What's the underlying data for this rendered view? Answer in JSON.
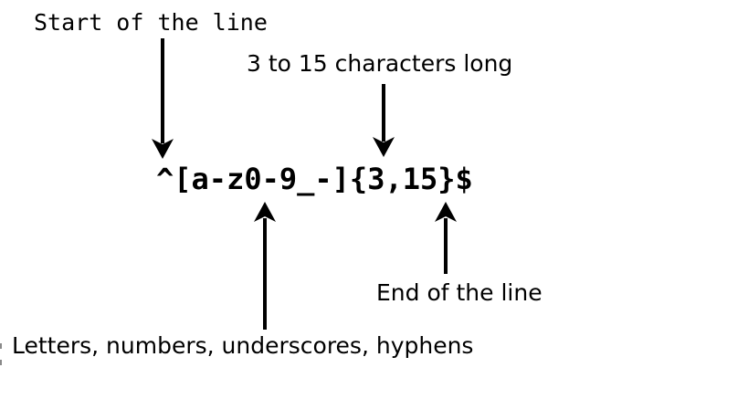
{
  "figure": {
    "regex": "^[a-z0-9_-]{3,15}$",
    "labels": {
      "start_of_line": "Start of the line",
      "length": "3 to 15 characters long",
      "end_of_line": "End of the line",
      "character_class": "Letters, numbers, underscores, hyphens"
    },
    "arrows": [
      {
        "name": "arrow-down-start",
        "meaning": "points from 'Start of the line' label to ^"
      },
      {
        "name": "arrow-down-length",
        "meaning": "points from '3 to 15 characters long' label to {3,15}"
      },
      {
        "name": "arrow-up-character-class",
        "meaning": "points from 'Letters, numbers, underscores, hyphens' label to [a-z0-9_-]"
      },
      {
        "name": "arrow-up-end",
        "meaning": "points from 'End of the line' label to $"
      }
    ]
  },
  "colors": {
    "background": "#ffffff",
    "text": "#000000",
    "arrow": "#000000"
  }
}
